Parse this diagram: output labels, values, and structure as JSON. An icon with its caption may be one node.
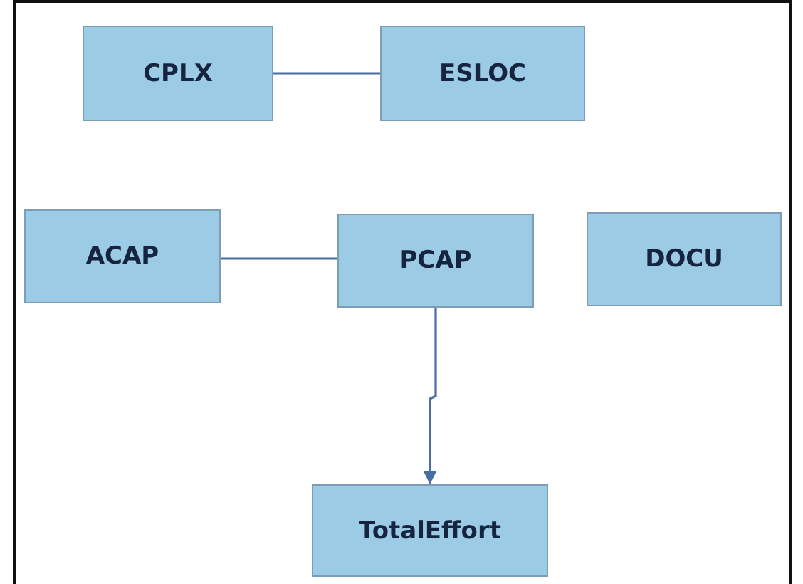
{
  "diagram": {
    "nodes": [
      {
        "text": [
          "CPLX"
        ]
      },
      {
        "text": [
          "ESLOC"
        ]
      },
      {
        "text": [
          "ACAP"
        ]
      },
      {
        "text": [
          "PCAP"
        ]
      },
      {
        "text": [
          "DOCU"
        ]
      },
      {
        "text": [
          "TotalEffort"
        ]
      }
    ],
    "edges": [
      {
        "from": 0,
        "to": 1,
        "arrow": "none"
      },
      {
        "from": 2,
        "to": 3,
        "arrow": "none"
      },
      {
        "from": 3,
        "to": 5,
        "arrow": "to"
      }
    ]
  }
}
